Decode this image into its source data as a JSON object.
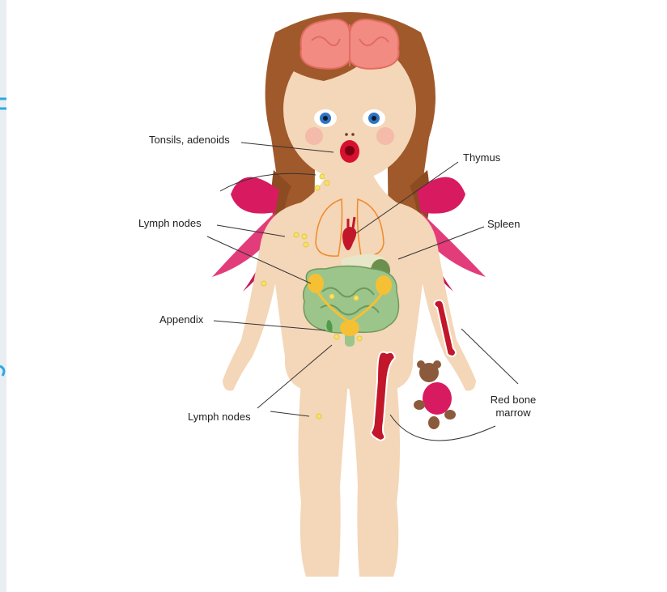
{
  "labels": {
    "tonsils": "Tonsils, adenoids",
    "thymus": "Thymus",
    "lymph_upper": "Lymph nodes",
    "spleen": "Spleen",
    "appendix": "Appendix",
    "lymph_lower": "Lymph nodes",
    "marrow_line1": "Red bone",
    "marrow_line2": "marrow"
  },
  "colors": {
    "skin": "#f4d6b8",
    "hair": "#a0592a",
    "ribbon": "#d81b60",
    "brain": "#f28b82",
    "bone_marrow": "#c2172b",
    "intestine": "#9cc58c",
    "lymph_node": "#f6e36a",
    "teddy": "#8b5a3c",
    "leader_line": "#333333"
  }
}
